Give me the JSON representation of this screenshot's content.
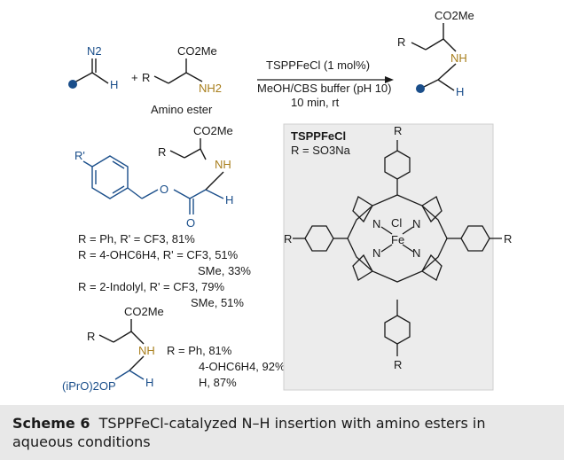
{
  "reaction": {
    "n2_label": "N2",
    "h_left": "H",
    "plus": "+",
    "amino_r": "R",
    "amino_co2me": "CO2Me",
    "amino_nh2": "NH2",
    "amino_caption": "Amino ester",
    "catalyst": "TSPPFeCl (1 mol%)",
    "conditions_1": "MeOH/CBS buffer (pH 10)",
    "conditions_2": "10 min, rt",
    "prod_co2me": "CO2Me",
    "prod_r": "R",
    "prod_nh": "NH",
    "prod_h": "H"
  },
  "compound1": {
    "r_prime": "R'",
    "co2me": "CO2Me",
    "r": "R",
    "nh": "NH",
    "o_ester": "O",
    "o_carbonyl": "O",
    "h": "H",
    "results": [
      "R = Ph, R' = CF3, 81%",
      "R = 4-OHC6H4, R' = CF3, 51%",
      "SMe, 33%",
      "R = 2-Indolyl, R' = CF3, 79%",
      "SMe, 51%"
    ]
  },
  "compound2": {
    "co2me": "CO2Me",
    "r": "R",
    "nh": "NH",
    "phosphonate": "(iPrO)2OP",
    "h": "H",
    "results": [
      "R = Ph, 81%",
      "4-OHC6H4, 92%",
      "H, 87%"
    ]
  },
  "porphyrin": {
    "title": "TSPPFeCl",
    "r_def": "R = SO3Na",
    "r_top": "R",
    "r_bottom": "R",
    "r_left": "R",
    "r_right": "R",
    "metal": "Fe",
    "axial": "Cl",
    "n_label": "N"
  },
  "caption": {
    "label": "Scheme 6",
    "text": "TSPPFeCl-catalyzed N–H insertion with amino esters in aqueous conditions"
  },
  "colors": {
    "blue": "#1a4e8a",
    "gold": "#a87e1c",
    "box_fill": "#ececec",
    "caption_bg": "#e8e8e8"
  }
}
